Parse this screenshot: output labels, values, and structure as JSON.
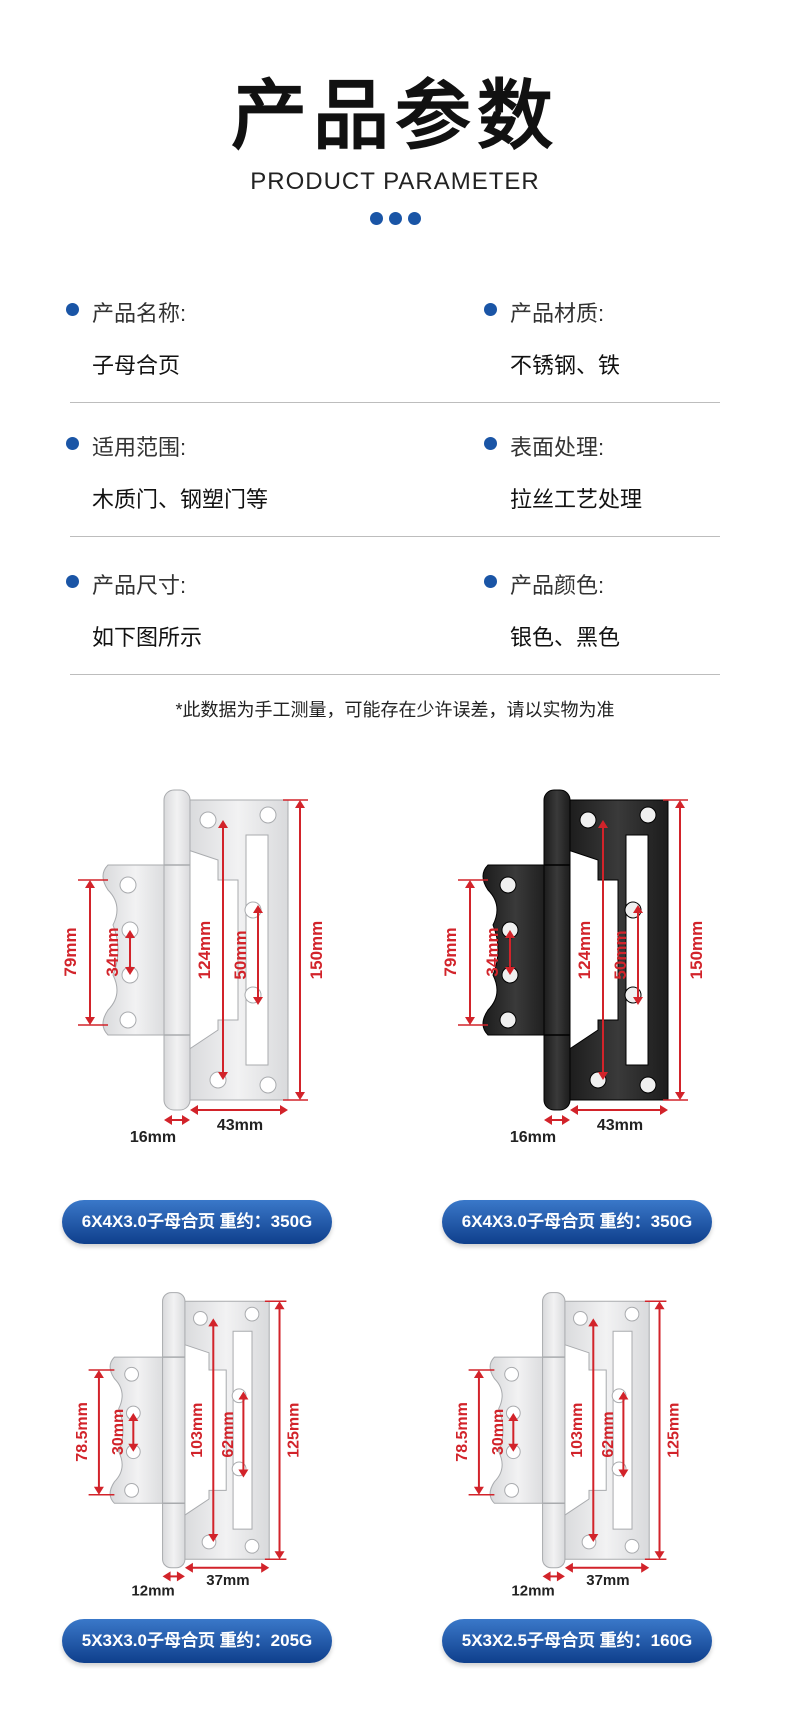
{
  "header": {
    "title": "产品参数",
    "subtitle": "PRODUCT PARAMETER"
  },
  "params": [
    {
      "label": "产品名称:",
      "value": "子母合页"
    },
    {
      "label": "产品材质:",
      "value": "不锈钢、铁"
    },
    {
      "label": "适用范围:",
      "value": "木质门、钢塑门等"
    },
    {
      "label": "表面处理:",
      "value": "拉丝工艺处理"
    },
    {
      "label": "产品尺寸:",
      "value": "如下图所示"
    },
    {
      "label": "产品颜色:",
      "value": "银色、黑色"
    }
  ],
  "note": "*此数据为手工测量，可能存在少许误差，请以实物为准",
  "products": [
    {
      "caption": "6X4X3.0子母合页 重约：350G",
      "color": "silver",
      "dims": {
        "total_height": "150mm",
        "leaf_height": "124mm",
        "slot": "50mm",
        "small_leaf": "79mm",
        "small_slot": "34mm",
        "knuckle": "16mm",
        "leaf_width": "43mm"
      }
    },
    {
      "caption": "6X4X3.0子母合页 重约：350G",
      "color": "black",
      "dims": {
        "total_height": "150mm",
        "leaf_height": "124mm",
        "slot": "50mm",
        "small_leaf": "79mm",
        "small_slot": "34mm",
        "knuckle": "16mm",
        "leaf_width": "43mm"
      }
    },
    {
      "caption": "5X3X3.0子母合页 重约：205G",
      "color": "silver",
      "dims": {
        "total_height": "125mm",
        "leaf_height": "103mm",
        "slot": "62mm",
        "small_leaf": "78.5mm",
        "small_slot": "30mm",
        "knuckle": "12mm",
        "leaf_width": "37mm"
      }
    },
    {
      "caption": "5X3X2.5子母合页 重约：160G",
      "color": "silver",
      "dims": {
        "total_height": "125mm",
        "leaf_height": "103mm",
        "slot": "62mm",
        "small_leaf": "78.5mm",
        "small_slot": "30mm",
        "knuckle": "12mm",
        "leaf_width": "37mm"
      }
    }
  ]
}
